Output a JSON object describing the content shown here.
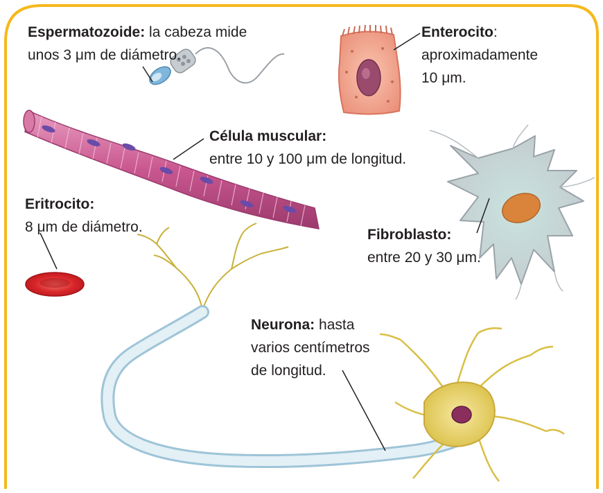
{
  "labels": {
    "espermatozoide": {
      "title": "Espermatozoide:",
      "line1": "la cabeza mide",
      "line2": "unos 3 μm de diámetro."
    },
    "enterocito": {
      "title": "Enterocito",
      "colon": ":",
      "line1": "aproximadamente",
      "line2": "10 μm."
    },
    "celula_muscular": {
      "title": "Célula muscular:",
      "line1": "entre 10 y 100 μm de longitud."
    },
    "eritrocito": {
      "title": "Eritrocito:",
      "line1": "8 μm de diámetro."
    },
    "fibroblasto": {
      "title": "Fibroblasto:",
      "line1": "entre 20 y 30 μm."
    },
    "neurona": {
      "title": "Neurona:",
      "line1": "hasta",
      "line2": "varios centímetros",
      "line3": "de longitud."
    }
  },
  "colors": {
    "frame": "#f6b81a",
    "muscle": "#c9578f",
    "muscle_nucleus": "#6a4ba8",
    "erythrocyte": "#d9262a",
    "enterocyte": "#f2a58e",
    "enterocyte_nucleus": "#9a4a6c",
    "fibroblast": "#d4dadd",
    "fibroblast_nucleus": "#d9843a",
    "neuron": "#e8d36a",
    "axon_sheath": "#cfe3ee",
    "neuron_nucleus": "#8a2e5e",
    "sperm_head": "#7fb6dc"
  }
}
